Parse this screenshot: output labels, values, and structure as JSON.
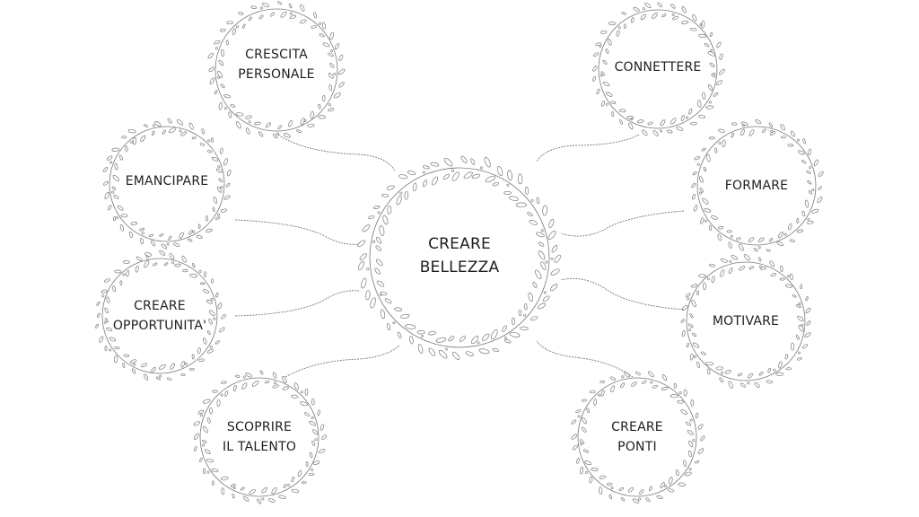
{
  "center": {
    "line1": "CREARE",
    "line2": "BELLEZZA"
  },
  "nodes": {
    "crescita": {
      "line1": "CRESCITA",
      "line2": "PERSONALE"
    },
    "emancipare": {
      "line1": "EMANCIPARE",
      "line2": ""
    },
    "opportunita": {
      "line1": "CREARE",
      "line2": "OPPORTUNITA'"
    },
    "talento": {
      "line1": "SCOPRIRE",
      "line2": "IL TALENTO"
    },
    "connettere": {
      "line1": "CONNETTERE",
      "line2": ""
    },
    "formare": {
      "line1": "FORMARE",
      "line2": ""
    },
    "motivare": {
      "line1": "MOTIVARE",
      "line2": ""
    },
    "ponti": {
      "line1": "CREARE",
      "line2": "PONTI"
    }
  },
  "colors": {
    "ink": "#1e1e1e",
    "wreath": "#7a7a7a",
    "background": "#ffffff"
  }
}
